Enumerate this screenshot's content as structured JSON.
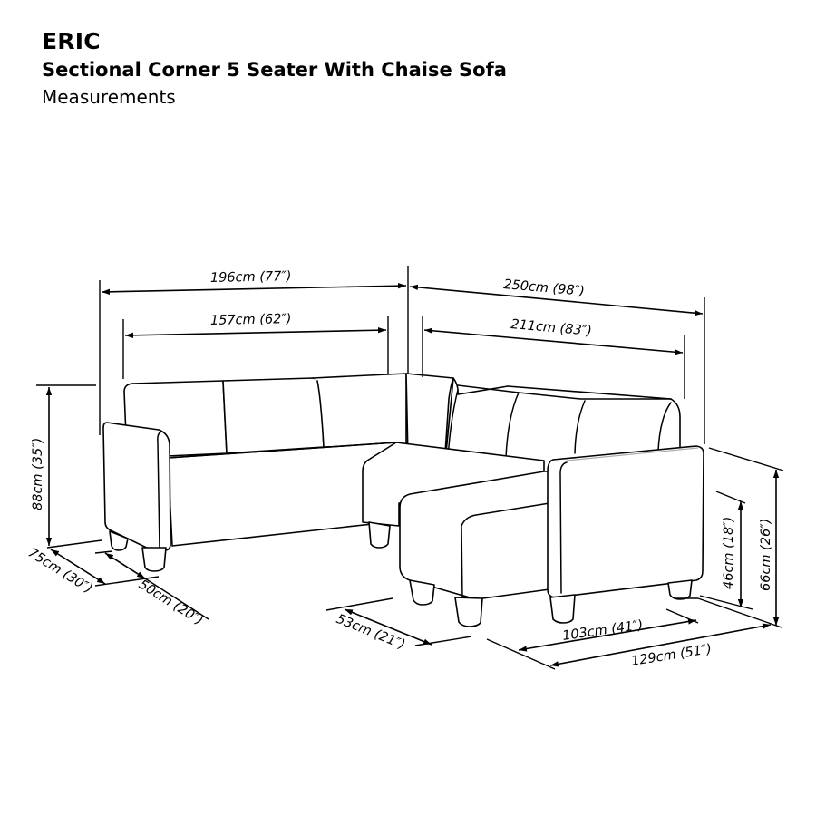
{
  "header": {
    "brand": "ERIC",
    "product": "Sectional Corner 5 Seater With Chaise Sofa",
    "subtitle": "Measurements"
  },
  "dimensions": {
    "overall_width_left": "196cm (77″)",
    "seat_width_left": "157cm (62″)",
    "overall_width_right": "250cm (98″)",
    "seat_width_right": "211cm (83″)",
    "overall_height": "88cm (35″)",
    "overall_depth": "75cm (30″)",
    "seat_depth": "50cm (20″)",
    "chaise_width": "53cm (21″)",
    "chaise_seat_length": "103cm (41″)",
    "chaise_overall_length": "129cm (51″)",
    "seat_height": "46cm (18″)",
    "arm_height": "66cm (26″)"
  },
  "colors": {
    "line": "#000000",
    "background": "#ffffff"
  }
}
